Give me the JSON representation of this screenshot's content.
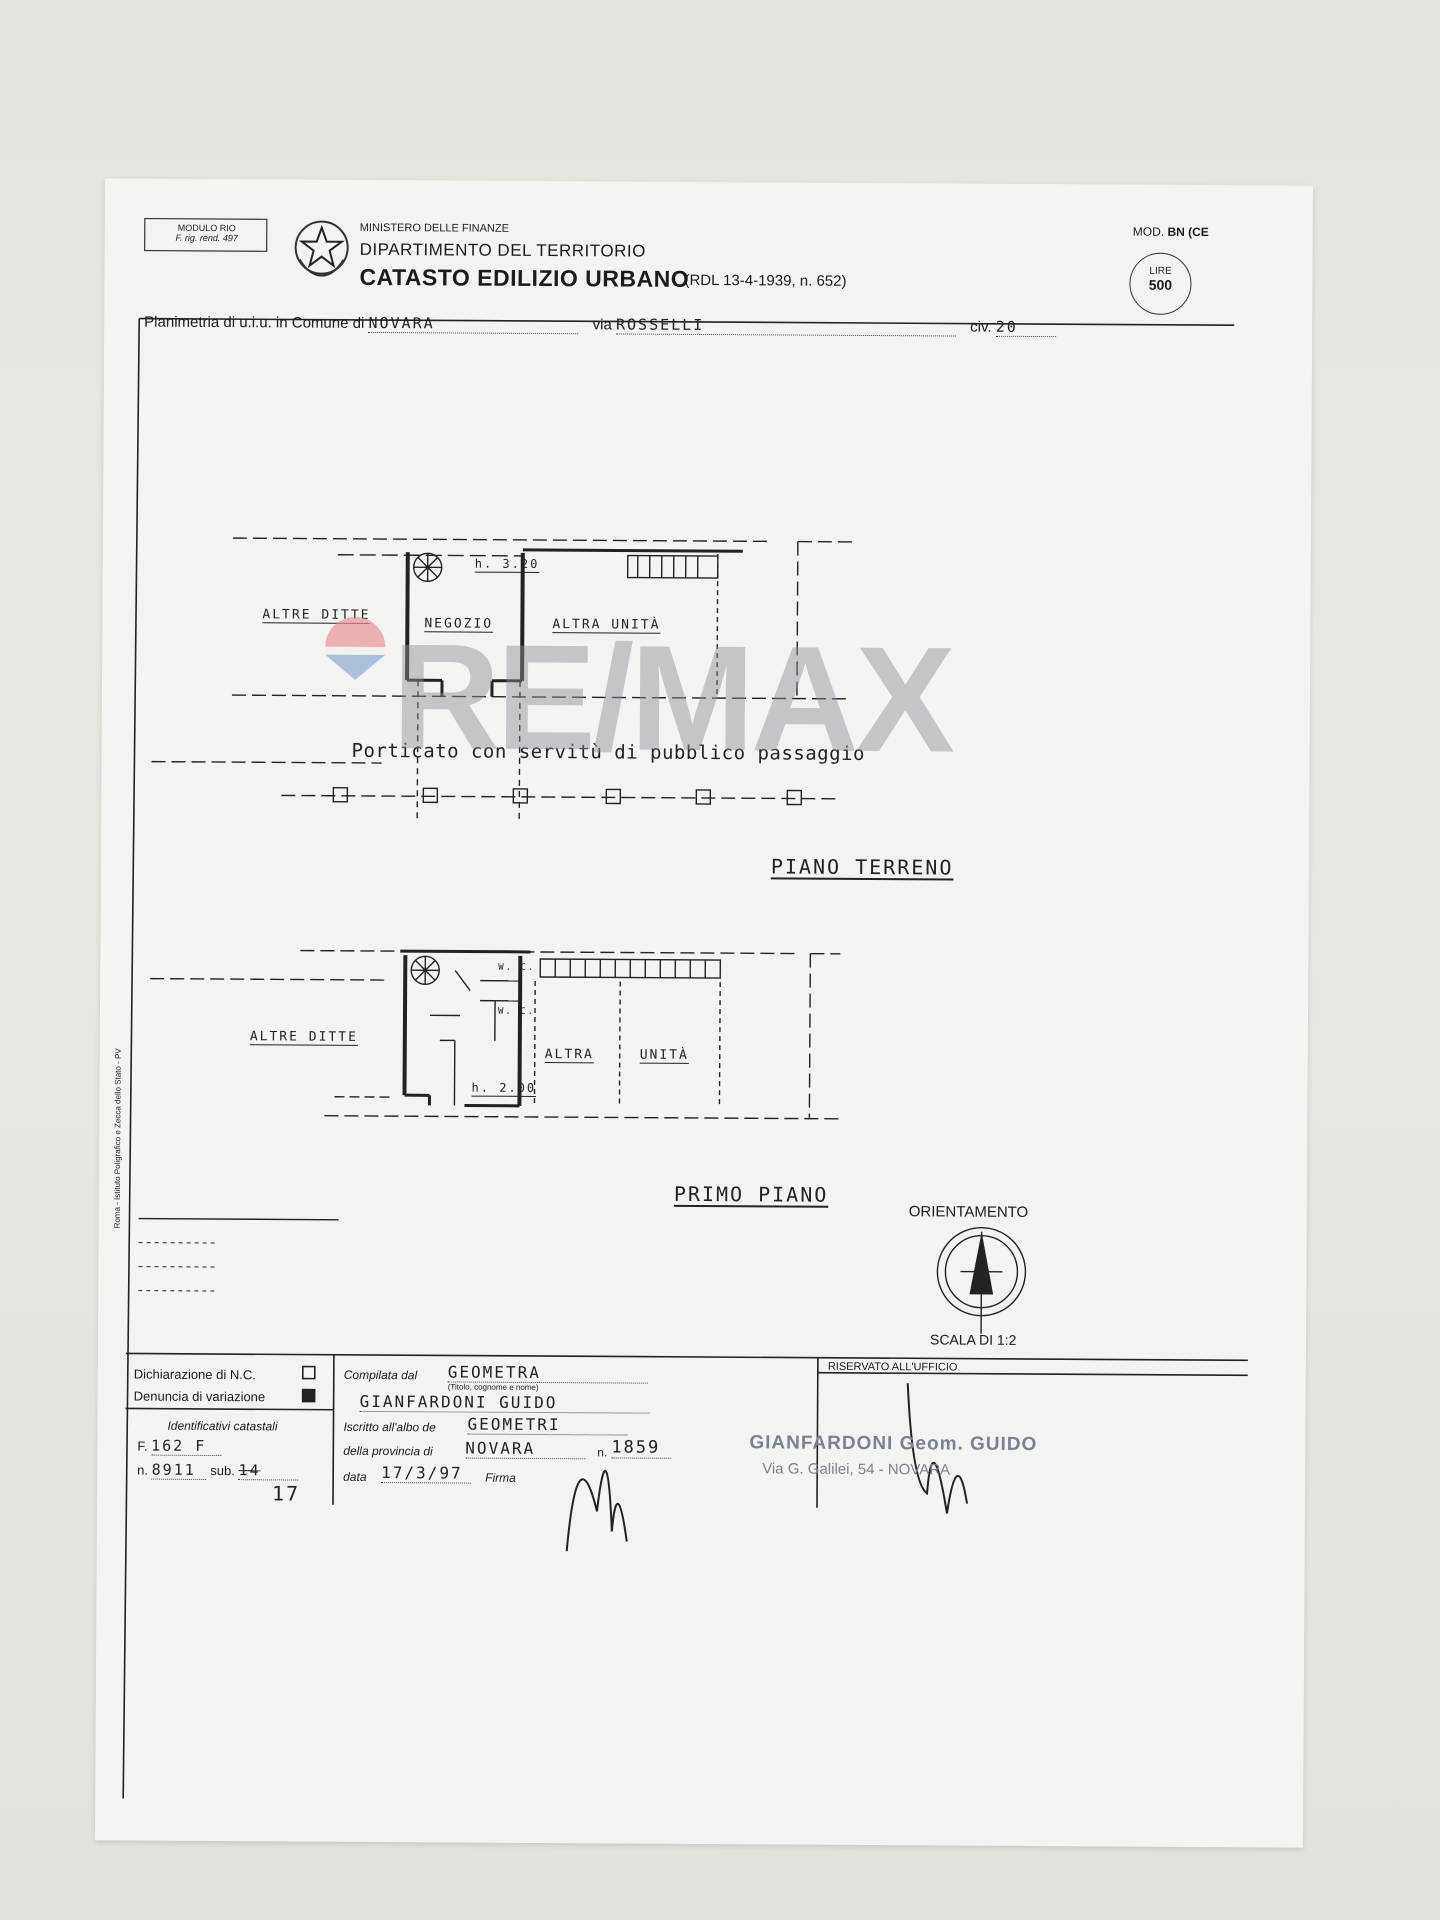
{
  "header": {
    "modulo_line1": "MODULO RIO",
    "modulo_line2": "F. rig. rend. 497",
    "ministry": "MINISTERO DELLE FINANZE",
    "department": "DIPARTIMENTO DEL TERRITORIO",
    "title": "CATASTO EDILIZIO URBANO",
    "title_ref": "(RDL 13-4-1939, n. 652)",
    "mod_label": "MOD.",
    "mod_value": "BN (CE",
    "stamp_label": "LIRE",
    "stamp_value": "500"
  },
  "address": {
    "planimetria_label": "Planimetria di u.i.u. in Comune di",
    "comune": "NOVARA",
    "via_label": "via",
    "via": "ROSSELLI",
    "civ_label": "civ.",
    "civ": "20"
  },
  "ground_floor": {
    "altre_ditte": "ALTRE DITTE",
    "negozio": "NEGOZIO",
    "height": "h. 3.20",
    "altra_unita": "ALTRA UNITÀ",
    "porticato": "Porticato con servitù di pubblico passaggio",
    "label": "PIANO TERRENO"
  },
  "first_floor": {
    "altre_ditte": "ALTRE DITTE",
    "wc1": "W. C.",
    "wc2": "W. C.",
    "height": "h. 2.00",
    "altra": "ALTRA",
    "unita": "UNITÀ",
    "label": "PRIMO PIANO"
  },
  "orientation": {
    "label": "ORIENTAMENTO",
    "scale": "SCALA DI 1:2"
  },
  "footer": {
    "dichiarazione": "Dichiarazione di N.C.",
    "denuncia": "Denuncia di variazione",
    "identificativi": "Identificativi catastali",
    "f_label": "F.",
    "f_value": "162 F",
    "n_label": "n.",
    "n_value": "8911",
    "sub_label": "sub.",
    "sub_value_old": "14",
    "sub_value_new": "17",
    "compilata_label": "Compilata dal",
    "compilata_value": "GEOMETRA",
    "compilata_hint": "(Titolo, cognome e nome)",
    "name_value": "GIANFARDONI GUIDO",
    "iscritto_label": "Iscritto all'albo de",
    "iscritto_value": "GEOMETRI",
    "provincia_label": "della provincia di",
    "provincia_value": "NOVARA",
    "n2_label": "n.",
    "n2_value": "1859",
    "data_label": "data",
    "data_value": "17/3/97",
    "firma_label": "Firma",
    "riservato": "RISERVATO ALL'UFFICIO",
    "stamp_name": "GIANFARDONI Geom. GUIDO",
    "stamp_addr": "Via G. Galilei, 54 - NOVARA"
  },
  "side_print": "Roma - Istituto Poligrafico e Zecca dello Stato - PV",
  "watermark": "RE/MAX"
}
